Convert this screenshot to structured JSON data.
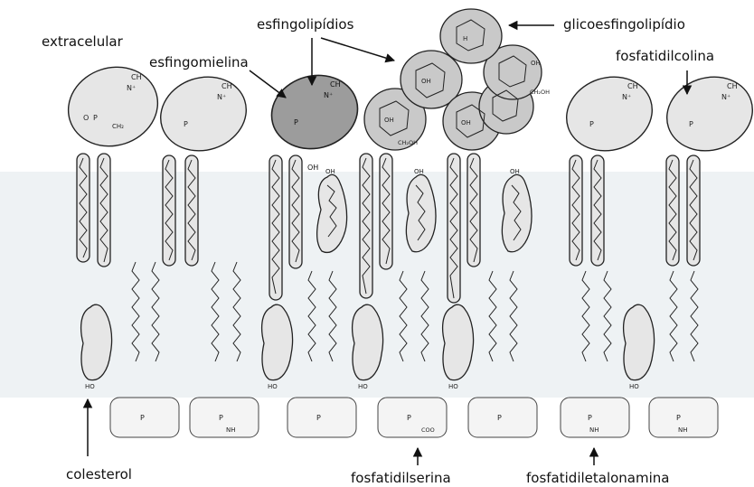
{
  "labels": {
    "extracelular": "extracelular",
    "esfingolipidios": "esfingolipídios",
    "glicoesfingolipidio": "glicoesfingolipídio",
    "esfingomielina": "esfingomielina",
    "fosfatidilcolina": "fosfatidilcolina",
    "colesterol": "colesterol",
    "fosfatidilserina": "fosfatidilserina",
    "fosfatidiletalonamina": "fosfatidiletalonamina"
  },
  "molecule_text": {
    "ch3": "CH",
    "n_plus": "N⁺",
    "oh": "OH",
    "ho": "HO",
    "nh": "NH",
    "o": "O",
    "p": "P",
    "h": "H",
    "coo": "COO",
    "ch2": "CH₂",
    "ch2oh": "CH₂OH"
  },
  "colors": {
    "membrane_band": "#eef2f4",
    "head_fill": "#e6e6e6",
    "dark_head_fill": "#9c9c9c",
    "sugar_fill": "#c9c9c9",
    "stroke": "#222222"
  }
}
